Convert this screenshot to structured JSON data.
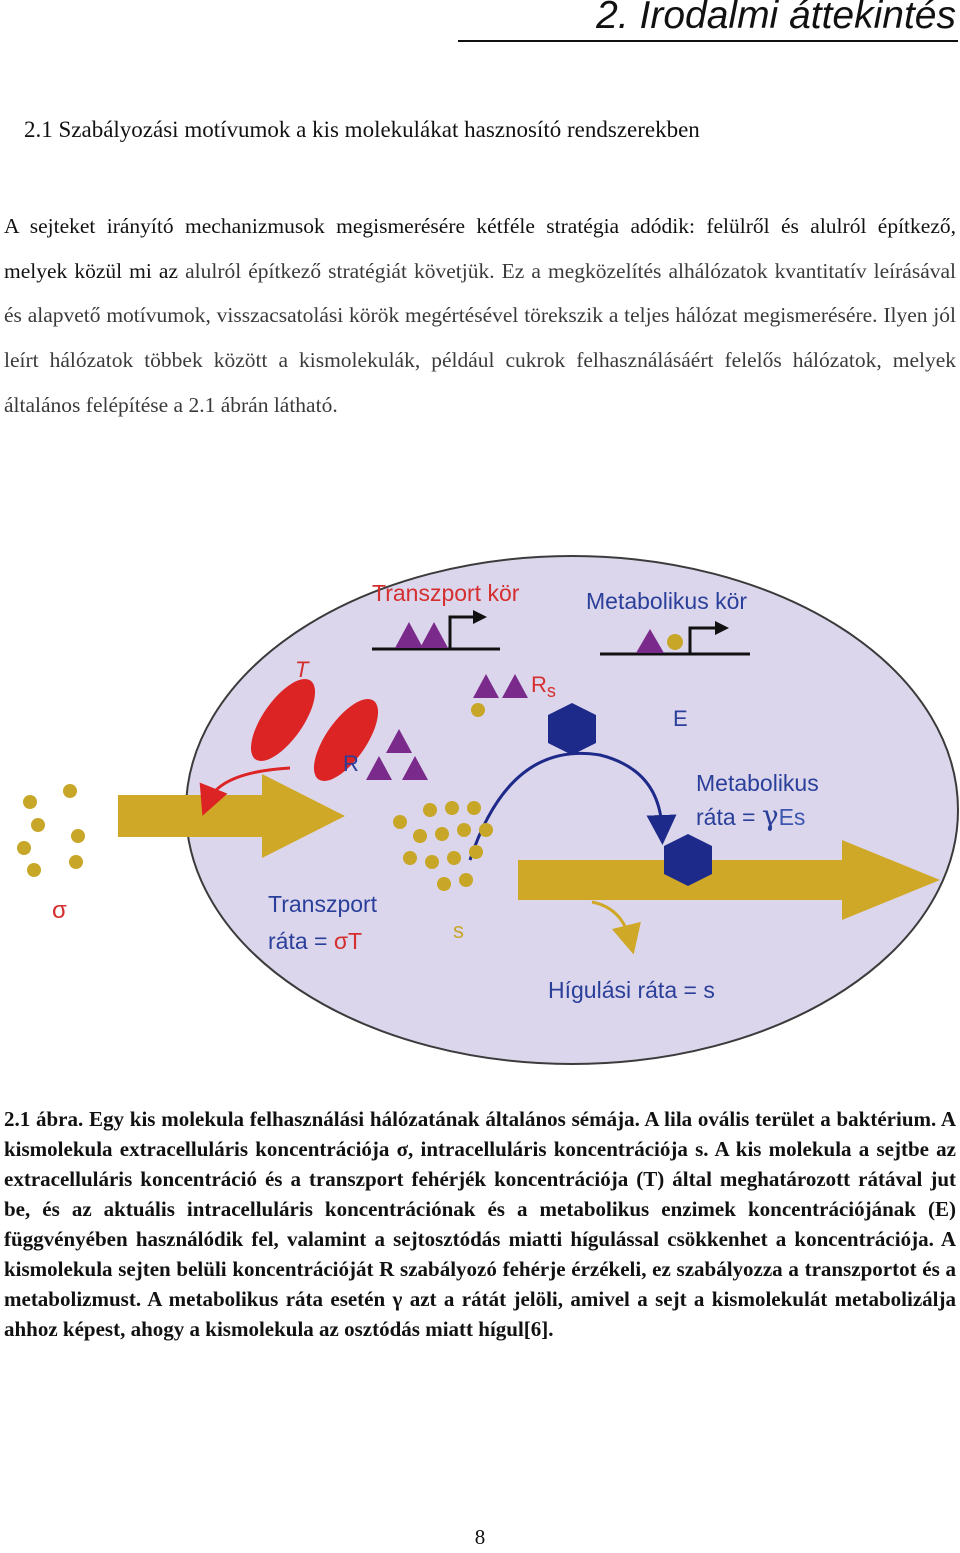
{
  "header": {
    "chapter_title": "2. Irodalmi áttekintés"
  },
  "section": {
    "heading": "2.1 Szabályozási motívumok a kis molekulákat hasznosító rendszerekben"
  },
  "intro": {
    "lead": "A sejteket irányító mechanizmusok megismerésére kétféle stratégia adódik: felülről és alulról építkező, melyek közül mi az",
    "rest": "alulról építkező stratégiát követjük. Ez a megközelítés alhálózatok kvantitatív leírásával és alapvető motívumok, visszacsatolási körök megértésével törekszik a teljes hálózat megismerésére. Ilyen jól leírt hálózatok többek között a kismolekulák, például cukrok felhasználásáért felelős hálózatok, melyek általános felépítése a 2.1 ábrán látható."
  },
  "figure": {
    "labels": {
      "transport_circuit": "Transzport kör",
      "metabolic_circuit": "Metabolikus kör",
      "T": "T",
      "Rs": "R",
      "Rs_sub": "s",
      "E": "E",
      "R": "R",
      "metabolic_rate_line1": "Metabolikus",
      "metabolic_rate_line2": "ráta = ",
      "gamma": "γ",
      "Es": "Es",
      "sigma": "σ",
      "transport_rate_line1": "Transzport",
      "transport_rate_line2": "ráta = ",
      "sigmaT": "σT",
      "s": "s",
      "dilution_rate": "Hígulási ráta = s"
    },
    "colors": {
      "cell": "#dcd6ec",
      "red_label": "#d42e2e",
      "blue_label": "#2a3f9a",
      "transporter": "#dc2424",
      "molecule": "#c8a628",
      "regulator": "#7a2a8a",
      "enzyme": "#1e2a8a",
      "arrow": "#cfa827"
    }
  },
  "caption": {
    "text": "2.1 ábra. Egy kis molekula felhasználási hálózatának általános sémája. A lila ovális terület a baktérium. A kismolekula extracelluláris koncentrációja σ, intracelluláris koncentrációja s. A kis molekula a sejtbe az extracelluláris koncentráció és a transzport fehérjék koncentrációja (T) által meghatározott rátával jut be, és az aktuális intracelluláris koncentrációnak és a metabolikus enzimek koncentrációjának (E) függvényében használódik fel, valamint a sejtosztódás miatti hígulással csökkenhet a koncentrációja. A kismolekula sejten belüli koncentrációját R szabályozó fehérje érzékeli, ez szabályozza a transzportot és a metabolizmust. A metabolikus ráta esetén γ azt a rátát jelöli, amivel a sejt a kismolekulát metabolizálja ahhoz képest, ahogy a kismolekula az osztódás miatt hígul[6]."
  },
  "footer": {
    "page_number": "8"
  }
}
